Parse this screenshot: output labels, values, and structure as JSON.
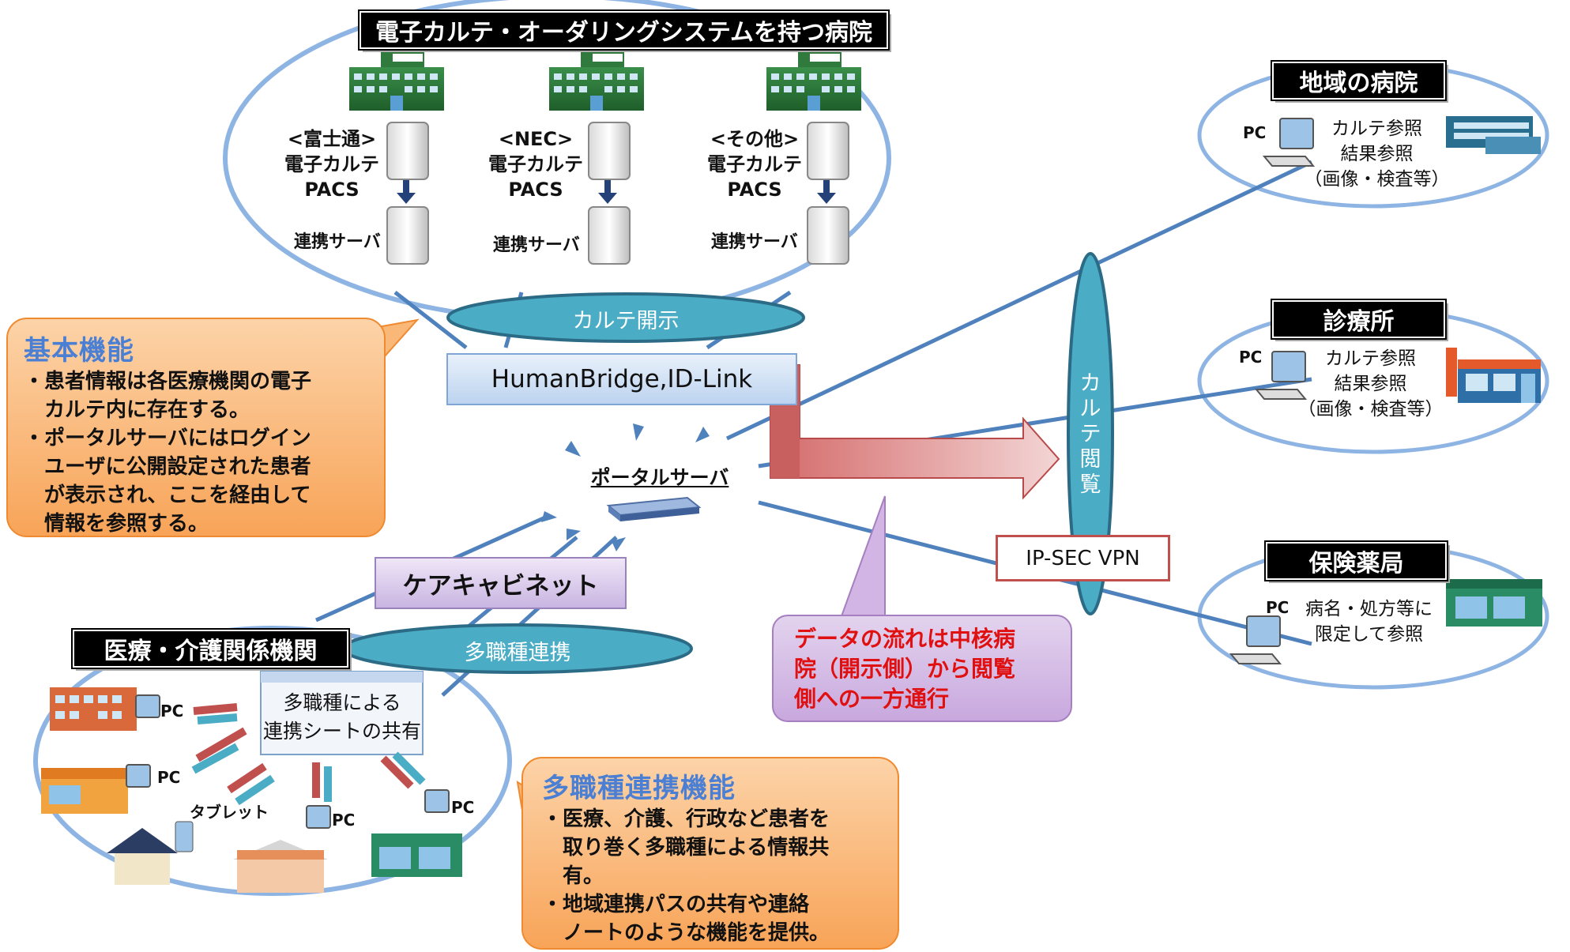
{
  "title_main": "電子カルテ・オーダリングシステムを持つ病院",
  "hospitals": [
    {
      "vendor": "<富士通>",
      "system": "電子カルテ",
      "pacs": "PACS",
      "server": "連携サーバ"
    },
    {
      "vendor": "<NEC>",
      "system": "電子カルテ",
      "pacs": "PACS",
      "server": "連携サーバ"
    },
    {
      "vendor": "<その他>",
      "system": "電子カルテ",
      "pacs": "PACS",
      "server": "連携サーバ"
    }
  ],
  "karte_disclosure": "カルテ開示",
  "humanbridge": "HumanBridge,ID-Link",
  "portal_server": "ポータルサーバ",
  "karte_view": "カルテ閲覧",
  "ipsec": "IP-SEC VPN",
  "care_cabinet": "ケアキャビネット",
  "multi_disciplinary": "多職種連携",
  "basic": {
    "title": "基本機能",
    "lines": [
      "・患者情報は各医療機関の電子",
      "　カルテ内に存在する。",
      "・ポータルサーバにはログイン",
      "　ユーザに公開設定された患者",
      "　が表示され、ここを経由して",
      "　情報を参照する。"
    ]
  },
  "multi_func": {
    "title": "多職種連携機能",
    "lines": [
      "・医療、介護、行政など患者を",
      "　取り巻く多職種による情報共",
      "　有。",
      "・地域連携パスの共有や連絡",
      "　ノートのような機能を提供。"
    ]
  },
  "flow_note": [
    "データの流れは中核病",
    "院（開示側）から閲覧",
    "側への一方通行"
  ],
  "regional_hospital": {
    "title": "地域の病院",
    "pc": "PC",
    "lines": [
      "カルテ参照",
      "結果参照",
      "（画像・検査等）"
    ]
  },
  "clinic": {
    "title": "診療所",
    "pc": "PC",
    "lines": [
      "カルテ参照",
      "結果参照",
      "（画像・検査等）"
    ]
  },
  "pharmacy": {
    "title": "保険薬局",
    "pc": "PC",
    "lines": [
      "病名・処方等に",
      "限定して参照"
    ]
  },
  "care_org": {
    "title": "医療・介護関係機関",
    "sheet": [
      "多職種による",
      "連携シートの共有"
    ],
    "pc1": "PC",
    "pc2": "PC",
    "pc3": "PC",
    "pc4": "PC",
    "tablet": "タブレット"
  },
  "colors": {
    "ellipse": "#8eb4e3",
    "teal": "#4bacc6",
    "lines": "#4f81bd",
    "arrow": "#c0504d",
    "callout": "#f8a458",
    "note": "#c9a8dc"
  }
}
